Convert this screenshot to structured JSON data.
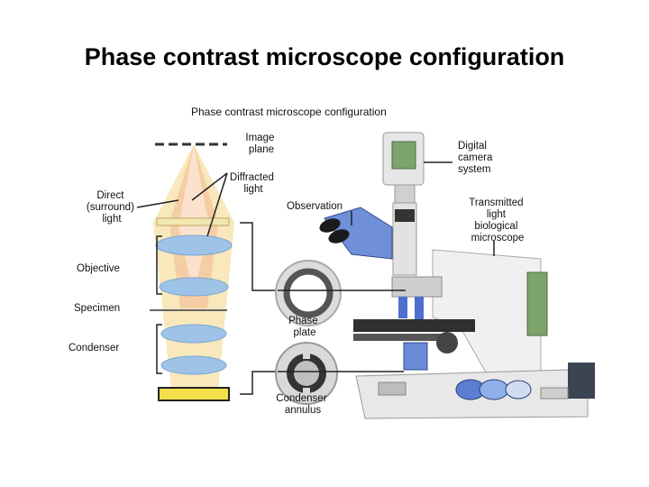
{
  "slide": {
    "title": "Phase contrast microscope configuration"
  },
  "figure": {
    "caption": "Phase contrast microscope configuration",
    "labels": {
      "image_plane": [
        "Image",
        "plane"
      ],
      "diffracted_light": [
        "Diffracted",
        "light"
      ],
      "direct_light": [
        "Direct",
        "(surround)",
        "light"
      ],
      "objective": "Objective",
      "specimen": "Specimen",
      "condenser": "Condenser",
      "observation": "Observation",
      "phase_plate": [
        "Phase",
        "plate"
      ],
      "condenser_annulus": [
        "Condenser",
        "annulus"
      ],
      "digital_camera": [
        "Digital",
        "camera",
        "system"
      ],
      "microscope": [
        "Transmitted",
        "light",
        "biological",
        "microscope"
      ]
    }
  },
  "colors": {
    "light_beam": "#f3d98b",
    "direct_beam": "#f6c89a",
    "lens": "#9fc3e6",
    "condenser_base": "#f2e04a",
    "microscope_body": "#eeeeee",
    "optics_blue": "#5b7fd0"
  }
}
